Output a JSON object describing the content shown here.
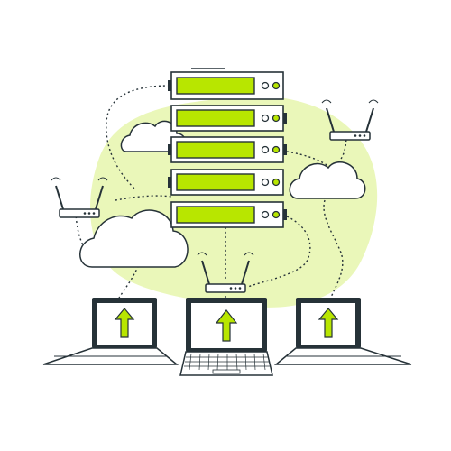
{
  "illustration": {
    "colors": {
      "accent": "#b8e600",
      "blob": "#eaf7b9",
      "outline": "#263238",
      "fill": "#ffffff",
      "screen_bg": "#f5f5f5"
    },
    "icons": {
      "server_rack": "server-rack-icon",
      "router": "wifi-router-icon",
      "cloud": "cloud-icon",
      "laptop": "laptop-icon",
      "upload_arrow": "upload-arrow-icon"
    },
    "server_unit_count": 5,
    "router_count": 3,
    "cloud_count": 3,
    "laptop_count": 3
  }
}
